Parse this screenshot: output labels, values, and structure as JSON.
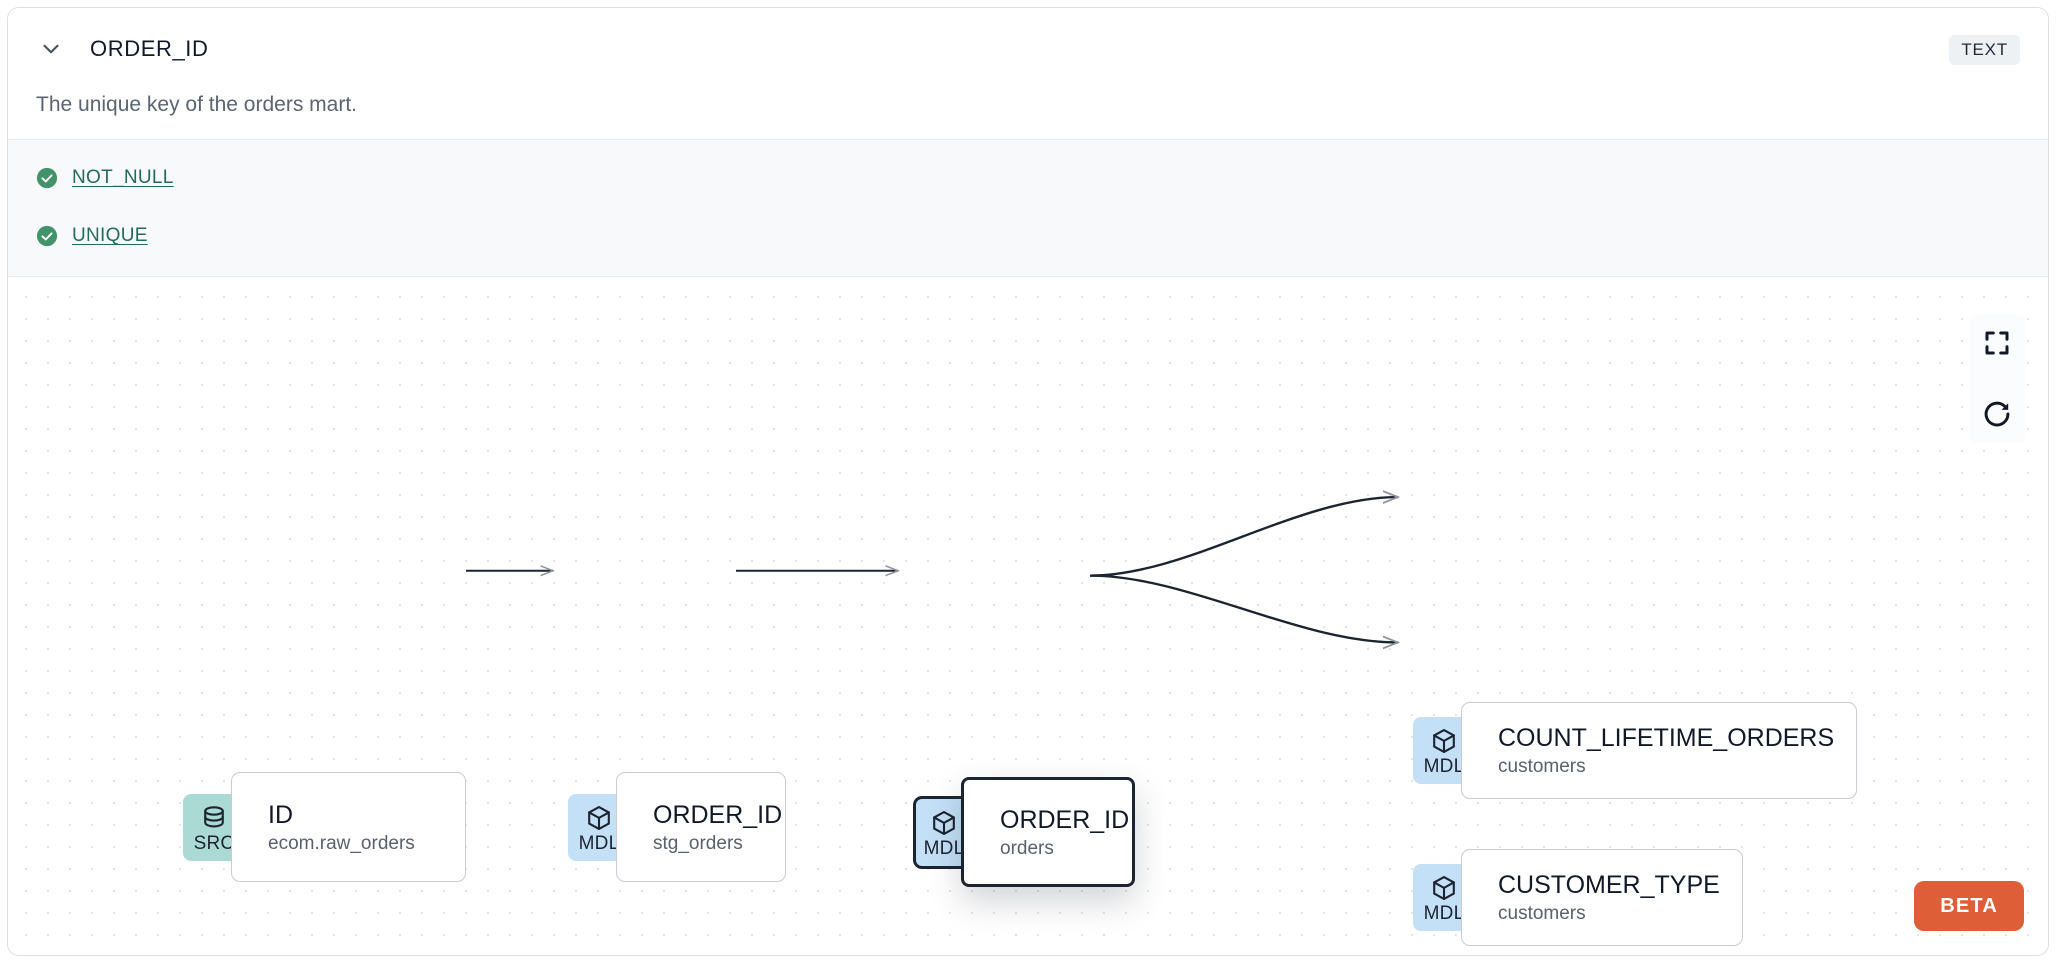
{
  "header": {
    "column_name": "ORDER_ID",
    "type_badge": "TEXT",
    "description": "The unique key of the orders mart.",
    "collapse_icon": "chevron-down-icon"
  },
  "tests": [
    {
      "label": "NOT_NULL",
      "status": "passed",
      "status_icon": "check-circle-icon"
    },
    {
      "label": "UNIQUE",
      "status": "passed",
      "status_icon": "check-circle-icon"
    }
  ],
  "lineage": {
    "nodes": [
      {
        "id": "src",
        "kind": "SRC",
        "kind_icon": "database-icon",
        "name": "ID",
        "parent": "ecom.raw_orders",
        "selected": false
      },
      {
        "id": "stg",
        "kind": "MDL",
        "kind_icon": "cube-icon",
        "name": "ORDER_ID",
        "parent": "stg_orders",
        "selected": false
      },
      {
        "id": "ord",
        "kind": "MDL",
        "kind_icon": "cube-icon",
        "name": "ORDER_ID",
        "parent": "orders",
        "selected": true
      },
      {
        "id": "count",
        "kind": "MDL",
        "kind_icon": "cube-icon",
        "name": "COUNT_LIFETIME_ORDERS",
        "parent": "customers",
        "selected": false
      },
      {
        "id": "ctype",
        "kind": "MDL",
        "kind_icon": "cube-icon",
        "name": "CUSTOMER_TYPE",
        "parent": "customers",
        "selected": false
      }
    ],
    "edges": [
      {
        "from": "src",
        "to": "stg"
      },
      {
        "from": "stg",
        "to": "ord"
      },
      {
        "from": "ord",
        "to": "count"
      },
      {
        "from": "ord",
        "to": "ctype"
      }
    ],
    "controls": [
      {
        "name": "fit-view-button",
        "icon": "fullscreen-icon"
      },
      {
        "name": "reset-button",
        "icon": "refresh-icon"
      }
    ],
    "beta_badge": "BETA"
  },
  "colors": {
    "src_badge": "#abd9d4",
    "mdl_badge": "#c3e0f6",
    "test_pass": "#42936a",
    "test_link": "#246b5c",
    "beta": "#de5f37",
    "selected_outline": "#1b2430"
  }
}
